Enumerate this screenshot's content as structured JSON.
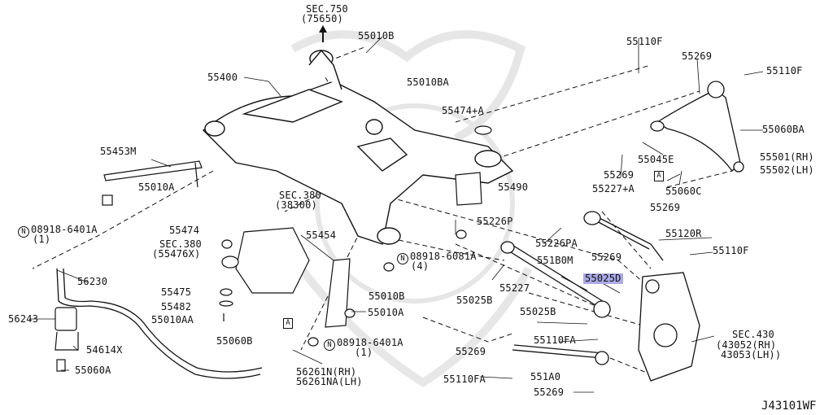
{
  "colors": {
    "ink": "#111111",
    "highlight": "#a9a9e6",
    "watermark": "#e4e4e4"
  },
  "diagram_code": "J43101WF",
  "labels": {
    "sec750": "SEC.750",
    "sec750_sub": "(75650)",
    "p55010B_top": "55010B",
    "p55400": "55400",
    "p55010BA": "55010BA",
    "p55474A": "55474+A",
    "p55453M": "55453M",
    "p55010A_left": "55010A",
    "nut_left": "08918-6401A",
    "nut_left_qty": "(1)",
    "sec380": "SEC.380",
    "sec380_sub": "(38300)",
    "p55474": "55474",
    "sec380b": "SEC.380",
    "sec380b_sub": "(55476X)",
    "p55454": "55454",
    "p55490": "55490",
    "p55226P": "55226P",
    "p55226PA": "55226PA",
    "nut_mid": "08918-6081A",
    "nut_mid_qty": "(4)",
    "p55010B_mid": "55010B",
    "p55010A_mid": "55010A",
    "p56230": "56230",
    "p56243": "56243",
    "p55475": "55475",
    "p55482": "55482",
    "p55010AA": "55010AA",
    "p55060B": "55060B",
    "p54614X": "54614X",
    "p55060A": "55060A",
    "p56261N": "56261N(RH)",
    "p56261NA": "56261NA(LH)",
    "nut_bottom": "08918-6401A",
    "nut_bottom_qty": "(1)",
    "p55110F_top": "55110F",
    "p55269_a": "55269",
    "p55110F_right": "55110F",
    "p55060BA": "55060BA",
    "p55045E": "55045E",
    "p55269_b": "55269",
    "p55501": "55501(RH)",
    "p55502": "55502(LH)",
    "p55060C": "55060C",
    "p55227A": "55227+A",
    "p55269_c": "55269",
    "p55120R": "55120R",
    "p55110F_mid": "55110F",
    "p55269_d": "55269",
    "p551B0M": "551B0M",
    "p55025D": "55025D",
    "p55227": "55227",
    "p55025B_a": "55025B",
    "p55025B_b": "55025B",
    "p55269_e": "55269",
    "p55110FA_a": "55110FA",
    "p551A0": "551A0",
    "p55110FA_b": "55110FA",
    "p55269_f": "55269",
    "sec430": "SEC.430",
    "p43052": "(43052(RH)",
    "p43053": "43053(LH))",
    "n_mark": "N",
    "a_mark": "A"
  }
}
